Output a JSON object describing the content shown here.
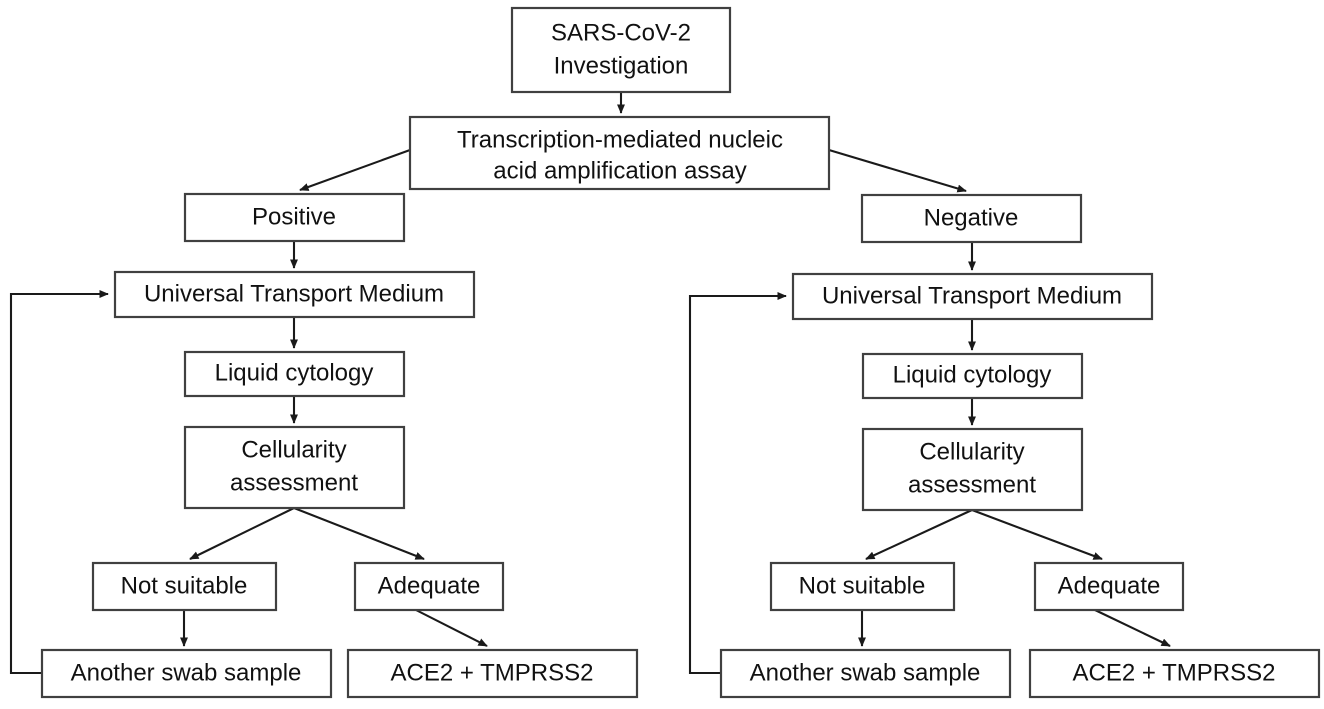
{
  "diagram": {
    "title": "SARS-CoV-2 investigation sample-processing flowchart",
    "colors": {
      "background": "#ffffff",
      "box_border": "#404040",
      "edge": "#1a1a1a",
      "text": "#111111"
    },
    "nodes": {
      "root": {
        "label": "SARS-CoV-2\nInvestigation",
        "line1": "SARS-CoV-2",
        "line2": "Investigation"
      },
      "assay": {
        "label": "Transcription-mediated nucleic\nacid amplification assay",
        "line1": "Transcription-mediated nucleic",
        "line2": "acid amplification assay"
      },
      "positive": {
        "label": "Positive"
      },
      "negative": {
        "label": "Negative"
      },
      "utm_left": {
        "label": "Universal Transport Medium"
      },
      "utm_right": {
        "label": "Universal Transport Medium"
      },
      "cytology_left": {
        "label": "Liquid cytology"
      },
      "cytology_right": {
        "label": "Liquid cytology"
      },
      "cellularity_left": {
        "label": "Cellularity\nassessment",
        "line1": "Cellularity",
        "line2": "assessment"
      },
      "cellularity_right": {
        "label": "Cellularity\nassessment",
        "line1": "Cellularity",
        "line2": "assessment"
      },
      "not_suitable_left": {
        "label": "Not suitable"
      },
      "not_suitable_right": {
        "label": "Not suitable"
      },
      "adequate_left": {
        "label": "Adequate"
      },
      "adequate_right": {
        "label": "Adequate"
      },
      "another_swab_left": {
        "label": "Another swab sample"
      },
      "another_swab_right": {
        "label": "Another swab sample"
      },
      "ace2_left": {
        "label": "ACE2 + TMPRSS2"
      },
      "ace2_right": {
        "label": "ACE2 + TMPRSS2"
      }
    },
    "edges": [
      {
        "from": "root",
        "to": "assay",
        "type": "arrow"
      },
      {
        "from": "assay",
        "to": "positive",
        "type": "arrow"
      },
      {
        "from": "assay",
        "to": "negative",
        "type": "arrow"
      },
      {
        "from": "positive",
        "to": "utm_left",
        "type": "arrow"
      },
      {
        "from": "negative",
        "to": "utm_right",
        "type": "arrow"
      },
      {
        "from": "utm_left",
        "to": "cytology_left",
        "type": "arrow"
      },
      {
        "from": "utm_right",
        "to": "cytology_right",
        "type": "arrow"
      },
      {
        "from": "cytology_left",
        "to": "cellularity_left",
        "type": "arrow"
      },
      {
        "from": "cytology_right",
        "to": "cellularity_right",
        "type": "arrow"
      },
      {
        "from": "cellularity_left",
        "to": "not_suitable_left",
        "type": "arrow"
      },
      {
        "from": "cellularity_left",
        "to": "adequate_left",
        "type": "arrow"
      },
      {
        "from": "cellularity_right",
        "to": "not_suitable_right",
        "type": "arrow"
      },
      {
        "from": "cellularity_right",
        "to": "adequate_right",
        "type": "arrow"
      },
      {
        "from": "not_suitable_left",
        "to": "another_swab_left",
        "type": "arrow"
      },
      {
        "from": "adequate_left",
        "to": "ace2_left",
        "type": "arrow"
      },
      {
        "from": "not_suitable_right",
        "to": "another_swab_right",
        "type": "arrow"
      },
      {
        "from": "adequate_right",
        "to": "ace2_right",
        "type": "arrow"
      },
      {
        "from": "another_swab_left",
        "to": "utm_left",
        "type": "feedback-arrow"
      },
      {
        "from": "another_swab_right",
        "to": "utm_right",
        "type": "feedback-arrow"
      }
    ]
  }
}
